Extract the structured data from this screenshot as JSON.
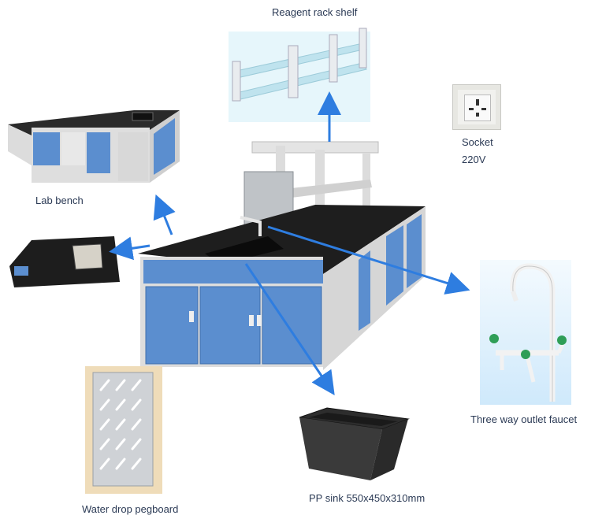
{
  "labels": {
    "reagent_rack_shelf": "Reagent rack shelf",
    "socket_name": "Socket",
    "socket_voltage": "220V",
    "lab_bench": "Lab bench",
    "three_way_faucet": "Three way outlet faucet",
    "water_drop_pegboard": "Water drop pegboard",
    "pp_sink": "PP sink 550x450x310mm"
  },
  "colors": {
    "arrow": "#2e7de0",
    "cabinet_blue": "#5b8ecf",
    "worktop_black": "#1e1e1e",
    "frame_grey": "#d9d9d9",
    "pegboard_grey": "#cfd2d6",
    "faucet_green": "#2f9e57"
  },
  "icons": {
    "arrow": "arrow-icon",
    "socket": "socket-icon",
    "faucet": "faucet-icon"
  }
}
